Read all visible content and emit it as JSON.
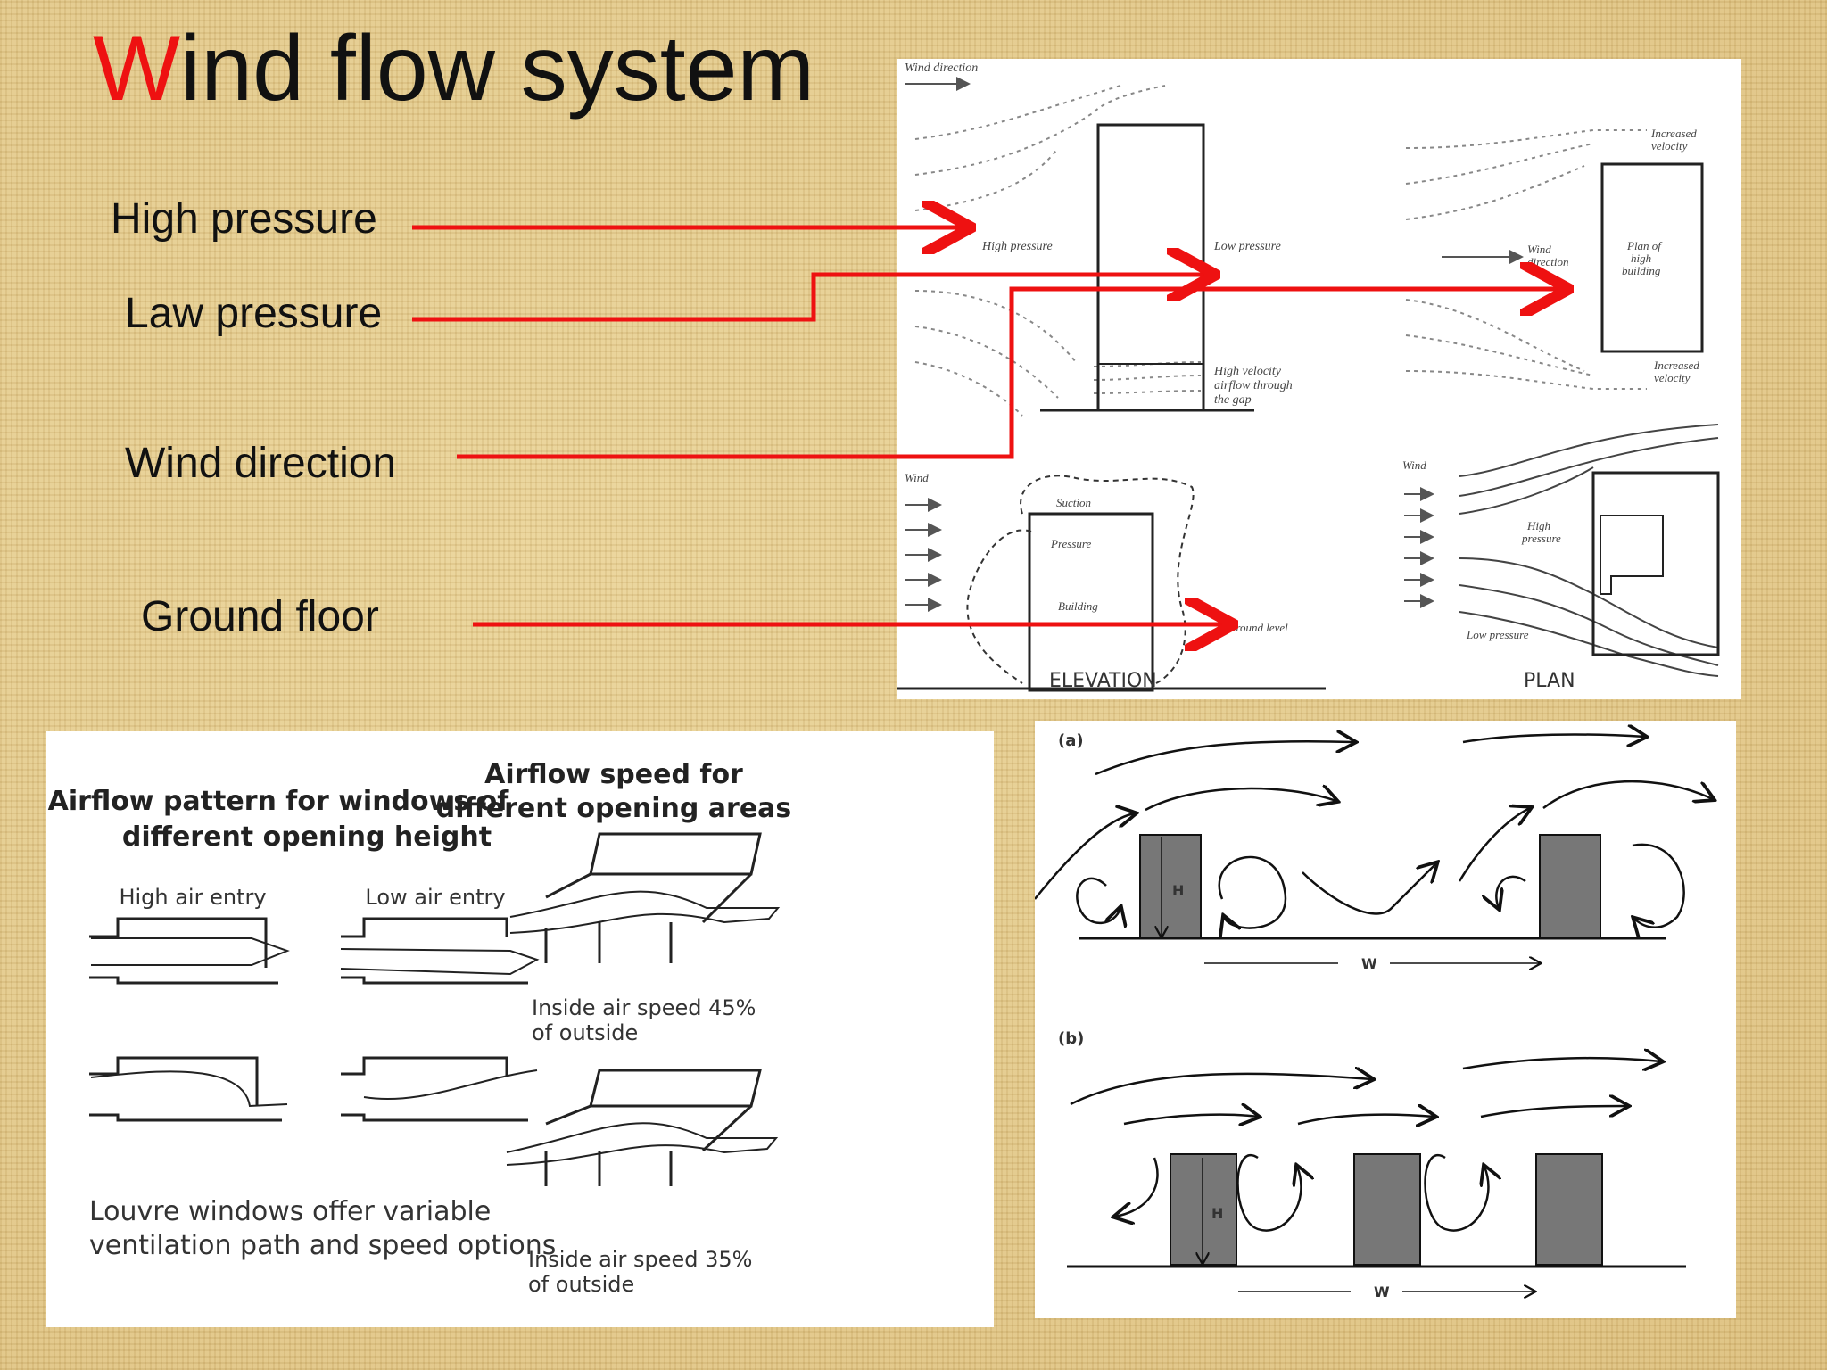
{
  "title": {
    "first_letter": "W",
    "rest": "ind flow system"
  },
  "labels": {
    "high_pressure": "High pressure",
    "law_pressure": "Law pressure",
    "wind_direction": "Wind direction",
    "ground_floor": "Ground floor"
  },
  "colors": {
    "accent": "#ee1111",
    "title_text": "#111111",
    "building_fill": "#777777"
  },
  "top_diagram": {
    "wind_direction": "Wind direction",
    "high_pressure": "High pressure",
    "low_pressure": "Low pressure",
    "high_velocity_1": "High velocity",
    "high_velocity_2": "airflow through",
    "high_velocity_3": "the gap",
    "increased_velocity_top_1": "Increased",
    "increased_velocity_top_2": "velocity",
    "wind_dir_plan_1": "Wind",
    "wind_dir_plan_2": "direction",
    "plan_of_1": "Plan of",
    "plan_of_2": "high",
    "plan_of_3": "building",
    "increased_velocity_bottom_1": "Increased",
    "increased_velocity_bottom_2": "velocity",
    "wind_left": "Wind",
    "suction": "Suction",
    "pressure": "Pressure",
    "building": "Building",
    "ground_level": "Ground level",
    "wind_right": "Wind",
    "high_pressure_plan_1": "High",
    "high_pressure_plan_2": "pressure",
    "low_pressure_plan": "Low pressure",
    "elevation": "ELEVATION",
    "plan": "PLAN"
  },
  "bottom_left": {
    "heading_left_1": "Airflow pattern for windows of",
    "heading_left_2": "different opening height",
    "high_air_entry": "High air entry",
    "low_air_entry": "Low air entry",
    "heading_right_1": "Airflow speed for",
    "heading_right_2": "different opening areas",
    "speed_45_1": "Inside air speed 45%",
    "speed_45_2": "of outside",
    "speed_35_1": "Inside air speed 35%",
    "speed_35_2": "of outside",
    "louvre_1": "Louvre windows offer variable",
    "louvre_2": "ventilation path and speed options"
  },
  "bottom_right": {
    "label_a": "(a)",
    "label_b": "(b)",
    "h_label": "H",
    "w_label": "W"
  }
}
